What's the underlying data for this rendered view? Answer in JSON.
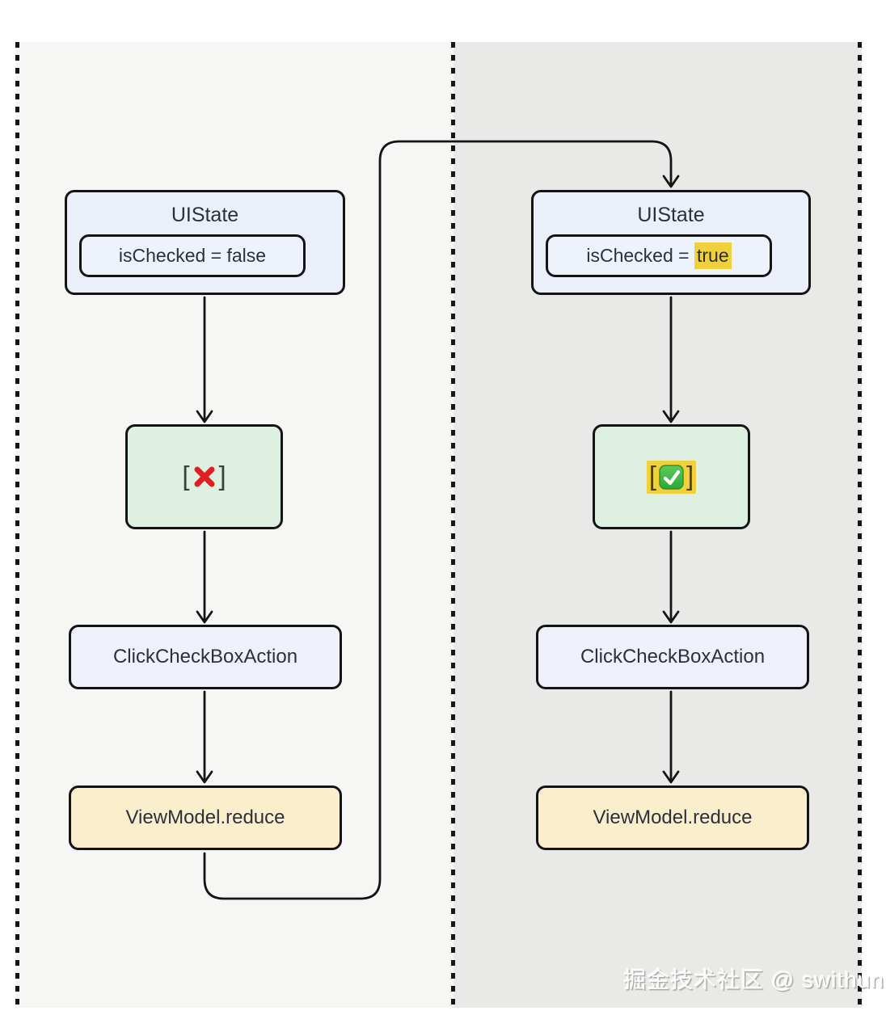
{
  "diagram": {
    "columns": {
      "left": {
        "uistate_title": "UIState",
        "state_prefix": "isChecked = ",
        "state_value": "false",
        "checkbox_open": "[",
        "checkbox_close": "]",
        "checkbox_icon": "red-cross-mark-icon",
        "action_label": "ClickCheckBoxAction",
        "reduce_label": "ViewModel.reduce"
      },
      "right": {
        "uistate_title": "UIState",
        "state_prefix": "isChecked = ",
        "state_value": "true",
        "checkbox_open": "[",
        "checkbox_close": "]",
        "checkbox_icon": "green-check-mark-icon",
        "action_label": "ClickCheckBoxAction",
        "reduce_label": "ViewModel.reduce"
      }
    },
    "watermark": "掘金技术社区 @ swithun",
    "colors": {
      "node_fill_blue": "#eef1fa",
      "node_fill_green": "#def0e2",
      "node_fill_cream": "#fbeecd",
      "highlight_yellow": "#f0d03c",
      "cross_red": "#df2020",
      "check_green": "#3cb944",
      "border": "#141414",
      "left_column_bg": "#f6f6f4",
      "right_column_bg": "#e9e9e7"
    }
  }
}
